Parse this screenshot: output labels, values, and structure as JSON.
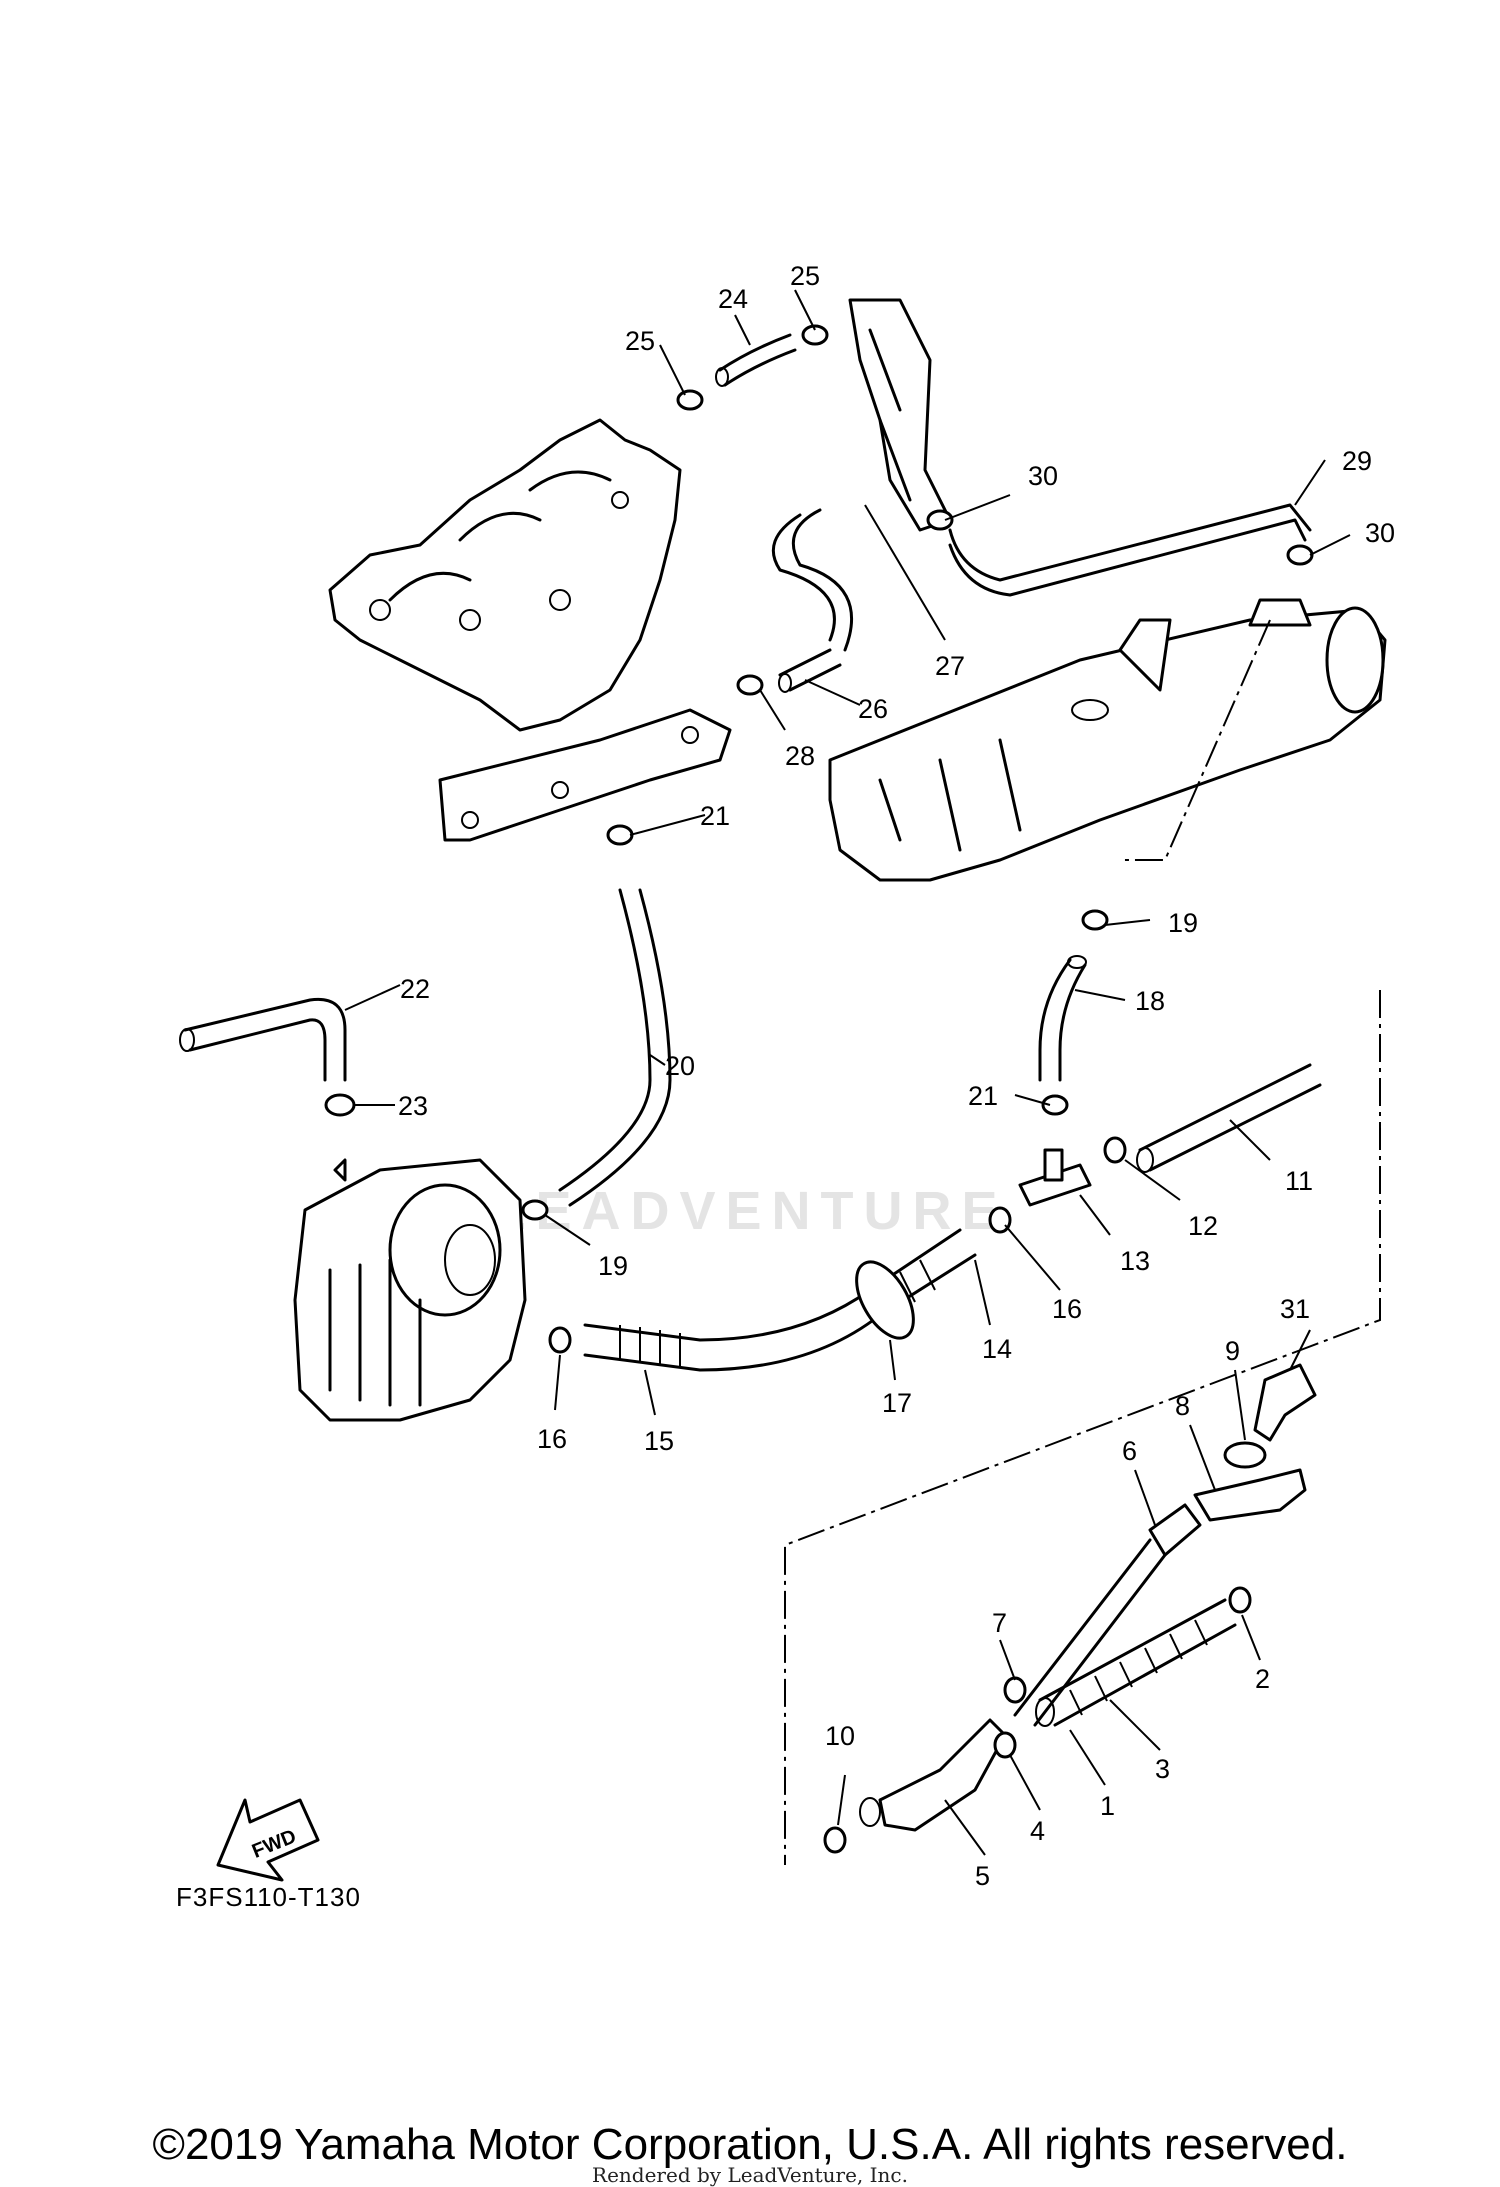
{
  "diagram": {
    "code": "F3FS110-T130",
    "fwd_label": "FWD",
    "watermark_text": "LEADVENTURE",
    "copyright": "©2019 Yamaha Motor Corporation, U.S.A. All rights reserved.",
    "rendered_by": "Rendered by LeadVenture, Inc.",
    "callouts": [
      "1",
      "2",
      "3",
      "4",
      "5",
      "6",
      "7",
      "8",
      "9",
      "10",
      "11",
      "12",
      "13",
      "14",
      "15",
      "16",
      "17",
      "18",
      "19",
      "20",
      "21",
      "22",
      "23",
      "24",
      "25",
      "26",
      "27",
      "28",
      "29",
      "30",
      "31",
      "16",
      "19",
      "21",
      "25",
      "30"
    ]
  }
}
